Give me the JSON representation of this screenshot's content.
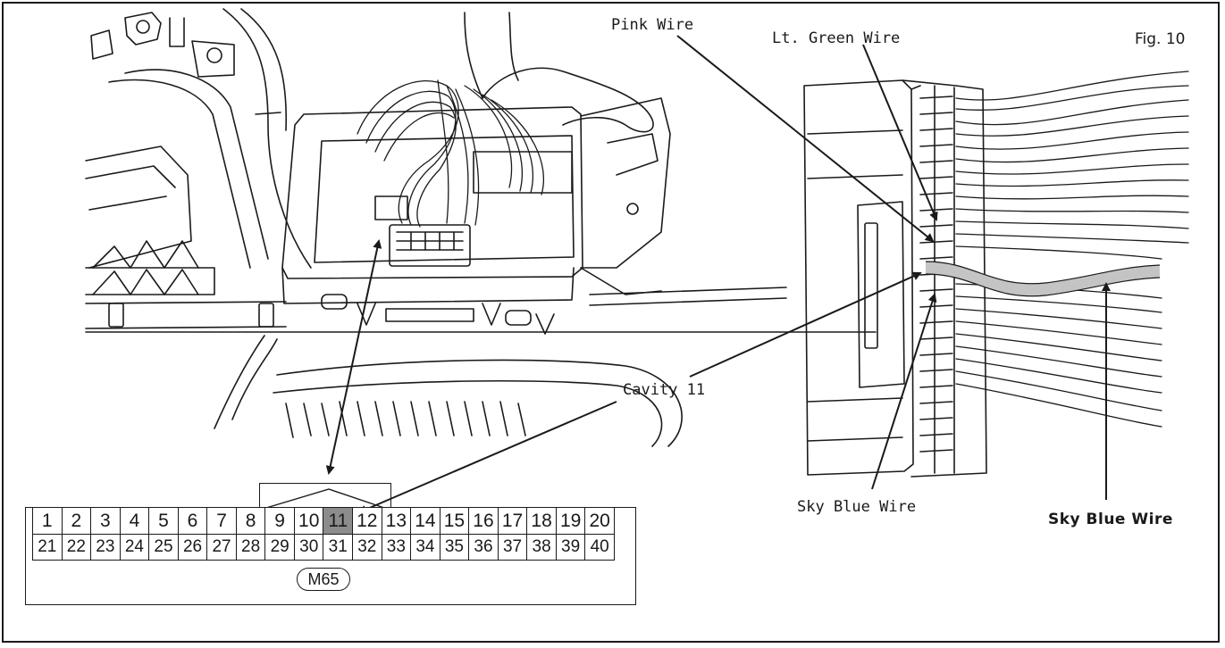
{
  "figure_label": "Fig. 10",
  "callouts": {
    "pink_wire": "Pink Wire",
    "lt_green_wire": "Lt. Green Wire",
    "cavity": "Cavity 11",
    "sky_blue_wire": "Sky Blue Wire",
    "sky_blue_wire_bold": "Sky Blue Wire"
  },
  "connector": {
    "name": "M65",
    "highlight_pin": "11",
    "top_row": [
      "1",
      "2",
      "3",
      "4",
      "5",
      "6",
      "7",
      "8",
      "9",
      "10",
      "11",
      "12",
      "13",
      "14",
      "15",
      "16",
      "17",
      "18",
      "19",
      "20"
    ],
    "bottom_row": [
      "21",
      "22",
      "23",
      "24",
      "25",
      "26",
      "27",
      "28",
      "29",
      "30",
      "31",
      "32",
      "33",
      "34",
      "35",
      "36",
      "37",
      "38",
      "39",
      "40"
    ]
  },
  "colors": {
    "line": "#1a1a1a",
    "highlight_pin": "#8c8c8c",
    "highlight_wire": "#c4c4c4"
  }
}
